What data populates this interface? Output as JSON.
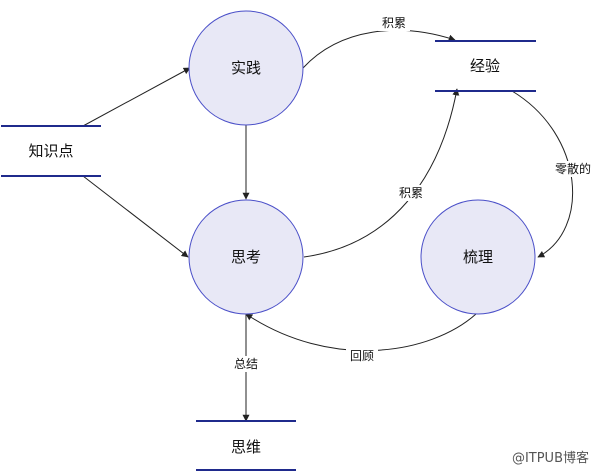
{
  "diagram": {
    "nodes": {
      "practice": "实践",
      "thinking": "思考",
      "sorting": "梳理"
    },
    "stores": {
      "knowledge": "知识点",
      "experience": "经验",
      "mindset": "思维"
    },
    "edges": {
      "accumulate_top": "积累",
      "accumulate_mid": "积累",
      "scattered": "零散的",
      "review": "回顾",
      "summary": "总结"
    },
    "colors": {
      "circle_fill": "#e8e8f6",
      "circle_stroke": "#4a4fc8",
      "store_line": "#1f2a8c"
    }
  },
  "watermark": "@ITPUB博客"
}
